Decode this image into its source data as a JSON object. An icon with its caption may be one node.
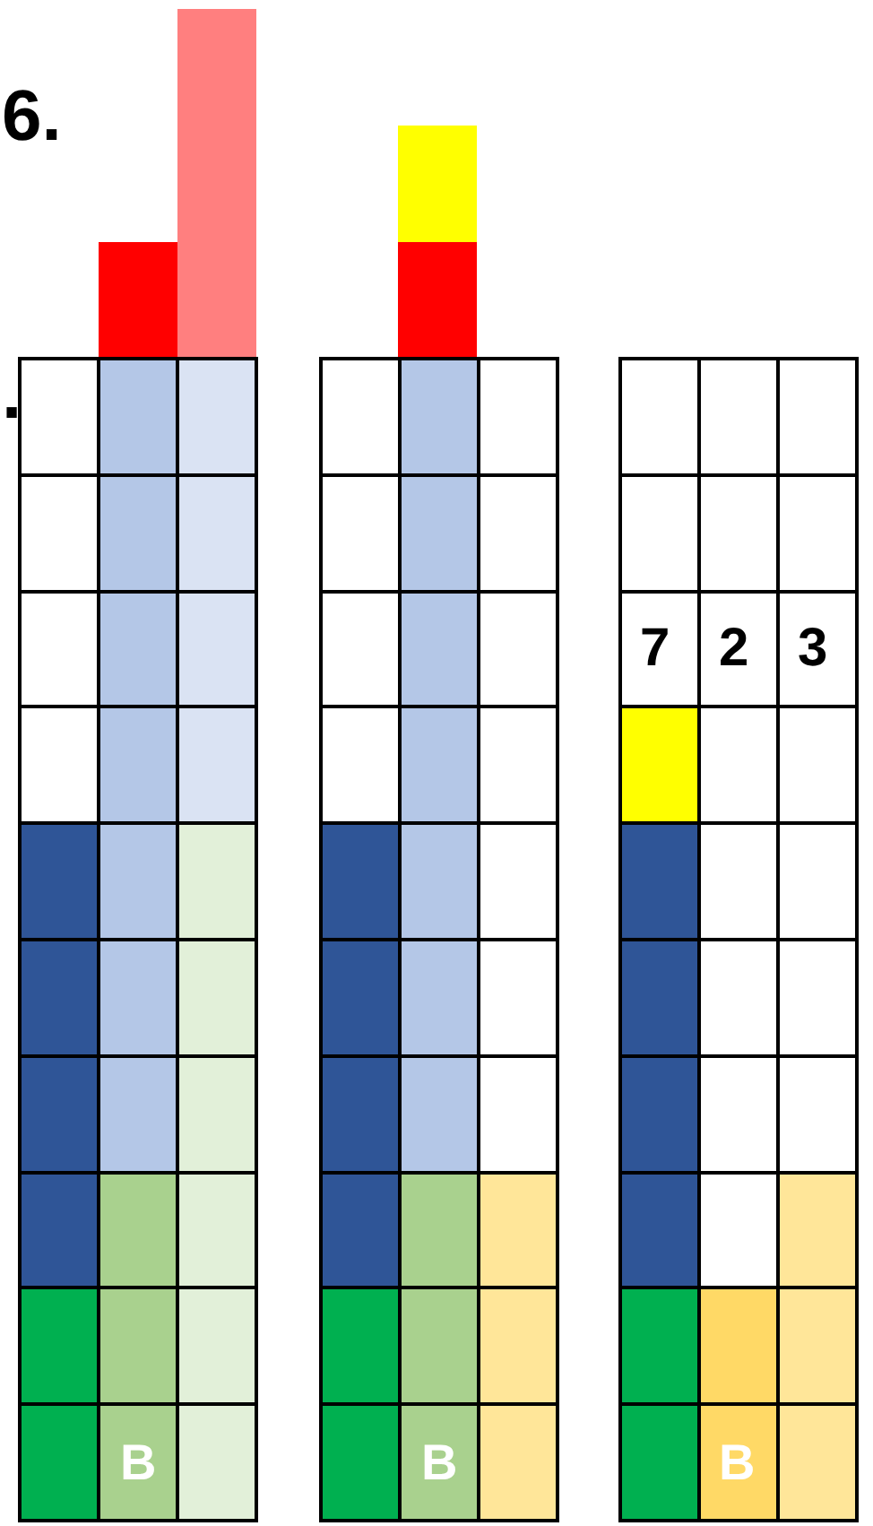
{
  "diagram": {
    "labels": [
      "6.",
      ".",
      "7",
      "2",
      "3",
      "B",
      "B",
      "B"
    ]
  }
}
